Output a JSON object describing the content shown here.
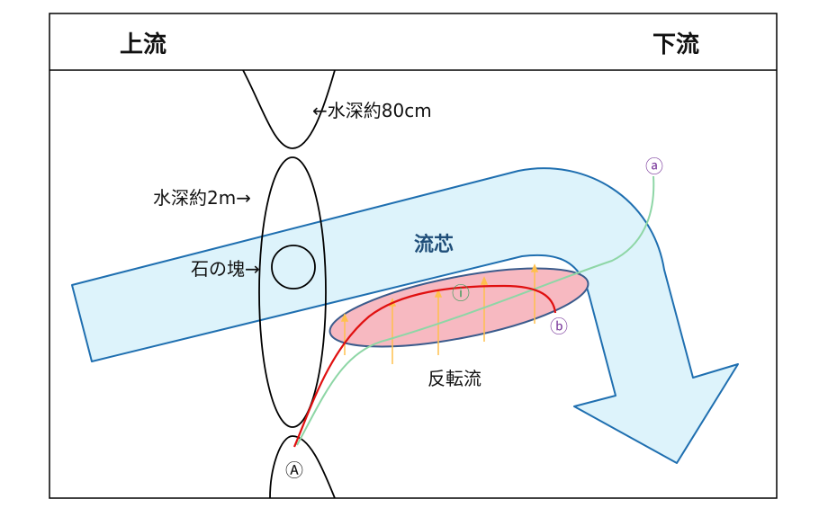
{
  "header": {
    "upstream": "上流",
    "downstream": "下流"
  },
  "labels": {
    "depth_80cm": "←水深約80cm",
    "depth_2m": "水深約2m→",
    "stone": "石の塊→",
    "main_current": "流芯",
    "reverse_flow": "反転流"
  },
  "markers": {
    "a": "ⓐ",
    "b": "ⓑ",
    "i": "ⓘ",
    "A": "Ⓐ"
  },
  "colors": {
    "frame": "#000000",
    "current_fill": "#ddf3fb",
    "current_stroke": "#1f6fb0",
    "eddy_fill": "#f7b9c1",
    "eddy_stroke": "#3b5b8c",
    "red_line": "#e01010",
    "green_line": "#8ed6a6",
    "arrows": "#ffc04d",
    "marker_purple": "#7a3a9c",
    "marker_green": "#3a9c5a",
    "core_text": "#1f4e79"
  }
}
